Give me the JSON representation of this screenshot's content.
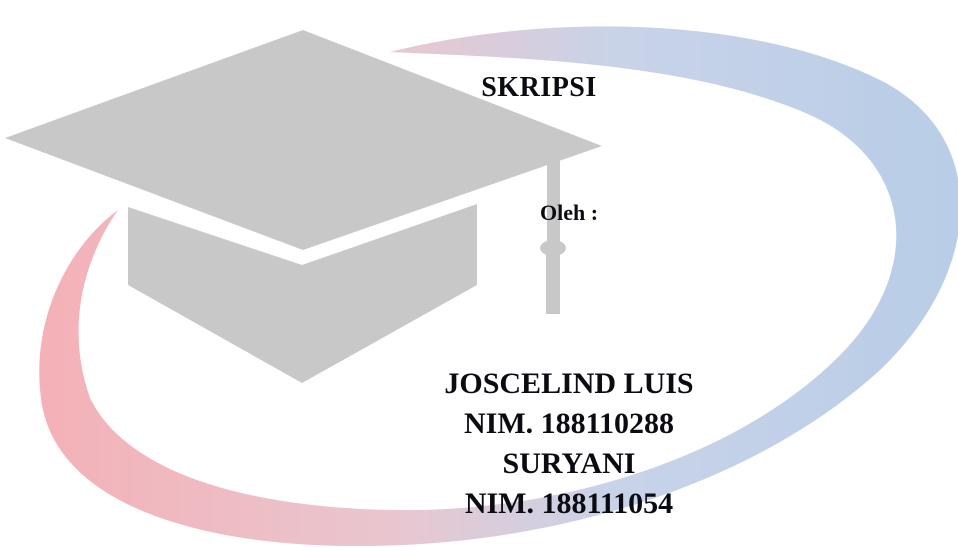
{
  "document": {
    "title": "SKRIPSI",
    "by_label": "Oleh :",
    "authors": [
      {
        "name": "JOSCELIND LUIS",
        "nim": "NIM. 188110288"
      },
      {
        "name": "SURYANI",
        "nim": "NIM. 188111054"
      }
    ]
  },
  "colors": {
    "swoosh_red": "#f4b4ba",
    "swoosh_purple": "#d9c5d8",
    "swoosh_blue": "#b9cfe7",
    "cap_gray": "#c8c8c8",
    "text": "#0b0b12"
  },
  "icons": {
    "cap": "graduation-cap-icon",
    "swoosh": "swoosh-decoration"
  }
}
